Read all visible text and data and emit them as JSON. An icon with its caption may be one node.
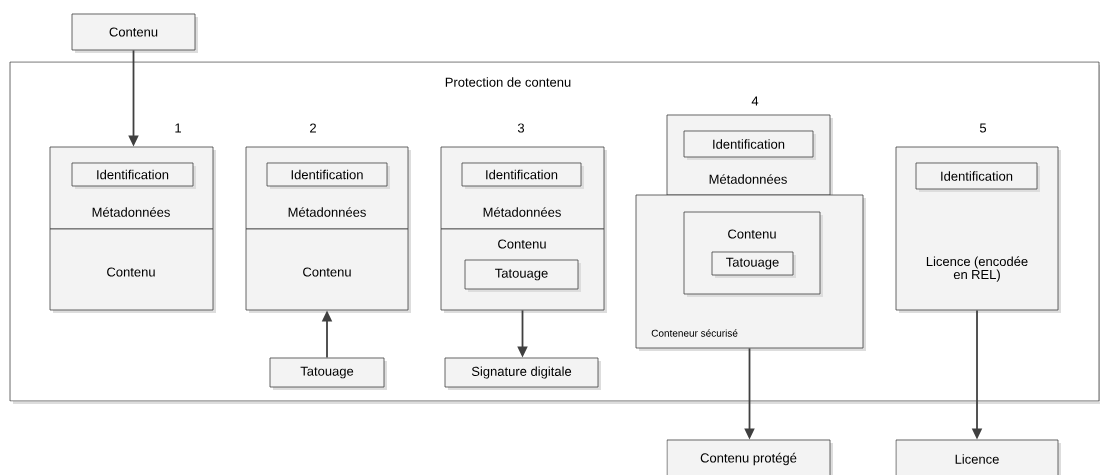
{
  "diagram": {
    "nodes": [
      {
        "text": [
          "Contenu"
        ]
      },
      {
        "text": [
          "Protection de contenu"
        ]
      },
      {
        "text": [
          "Métadonnées"
        ],
        "in": 1,
        "beside": [
          "1"
        ]
      },
      {
        "text": [
          "Identification"
        ],
        "in": 2
      },
      {
        "text": [
          "Contenu"
        ],
        "in": 1
      },
      {
        "text": [
          "Métadonnées"
        ],
        "in": 1,
        "beside": [
          "2"
        ]
      },
      {
        "text": [
          "Identification"
        ],
        "in": 5
      },
      {
        "text": [
          "Contenu"
        ],
        "in": 1
      },
      {
        "text": [
          "Tatouage"
        ],
        "in": 1
      },
      {
        "text": [
          "Métadonnées"
        ],
        "in": 1,
        "beside": [
          "3"
        ]
      },
      {
        "text": [
          "Identification"
        ],
        "in": 9
      },
      {
        "text": [
          "Contenu"
        ],
        "in": 1
      },
      {
        "text": [
          "Tatouage"
        ],
        "in": 11
      },
      {
        "text": [
          "Signature digitale"
        ],
        "in": 1
      },
      {
        "text": [
          "Métadonnées"
        ],
        "in": 1,
        "beside": [
          "4"
        ]
      },
      {
        "text": [
          "Identification"
        ],
        "in": 14
      },
      {
        "text": [
          "Conteneur sécurisé"
        ],
        "in": 1
      },
      {
        "text": [
          "Contenu"
        ],
        "in": 16
      },
      {
        "text": [
          "Tatouage"
        ],
        "in": 17
      },
      {
        "text": [
          "Licence (encodée en REL)"
        ],
        "in": 1,
        "beside": [
          "5"
        ]
      },
      {
        "text": [
          "Identification"
        ],
        "in": 19
      },
      {
        "text": [
          "Contenu protégé"
        ]
      },
      {
        "text": [
          "Licence"
        ]
      }
    ],
    "edges": [
      {
        "from": 0,
        "to": 2,
        "arrow": "to"
      },
      {
        "from": 8,
        "to": 7,
        "arrow": "to"
      },
      {
        "from": 11,
        "to": 13,
        "arrow": "to"
      },
      {
        "from": 16,
        "to": 21,
        "arrow": "to"
      },
      {
        "from": 19,
        "to": 22,
        "arrow": "to"
      }
    ]
  }
}
